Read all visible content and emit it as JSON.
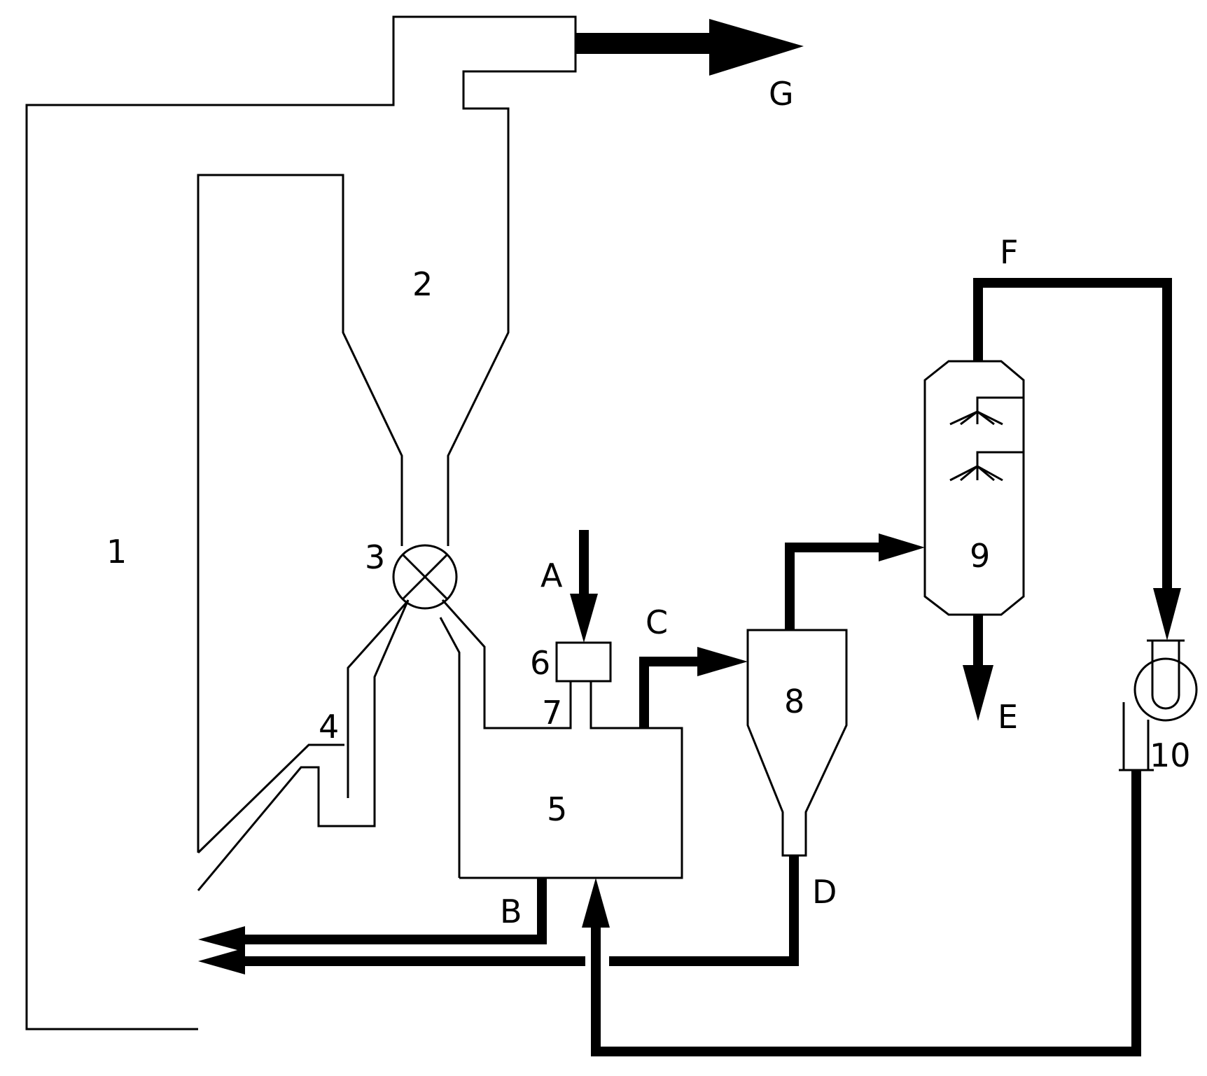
{
  "labels": {
    "n1": "1",
    "n2": "2",
    "n3": "3",
    "n4": "4",
    "n5": "5",
    "n6": "6",
    "n7": "7",
    "n8": "8",
    "n9": "9",
    "n10": "10",
    "A": "A",
    "B": "B",
    "C": "C",
    "D": "D",
    "E": "E",
    "F": "F",
    "G": "G"
  }
}
